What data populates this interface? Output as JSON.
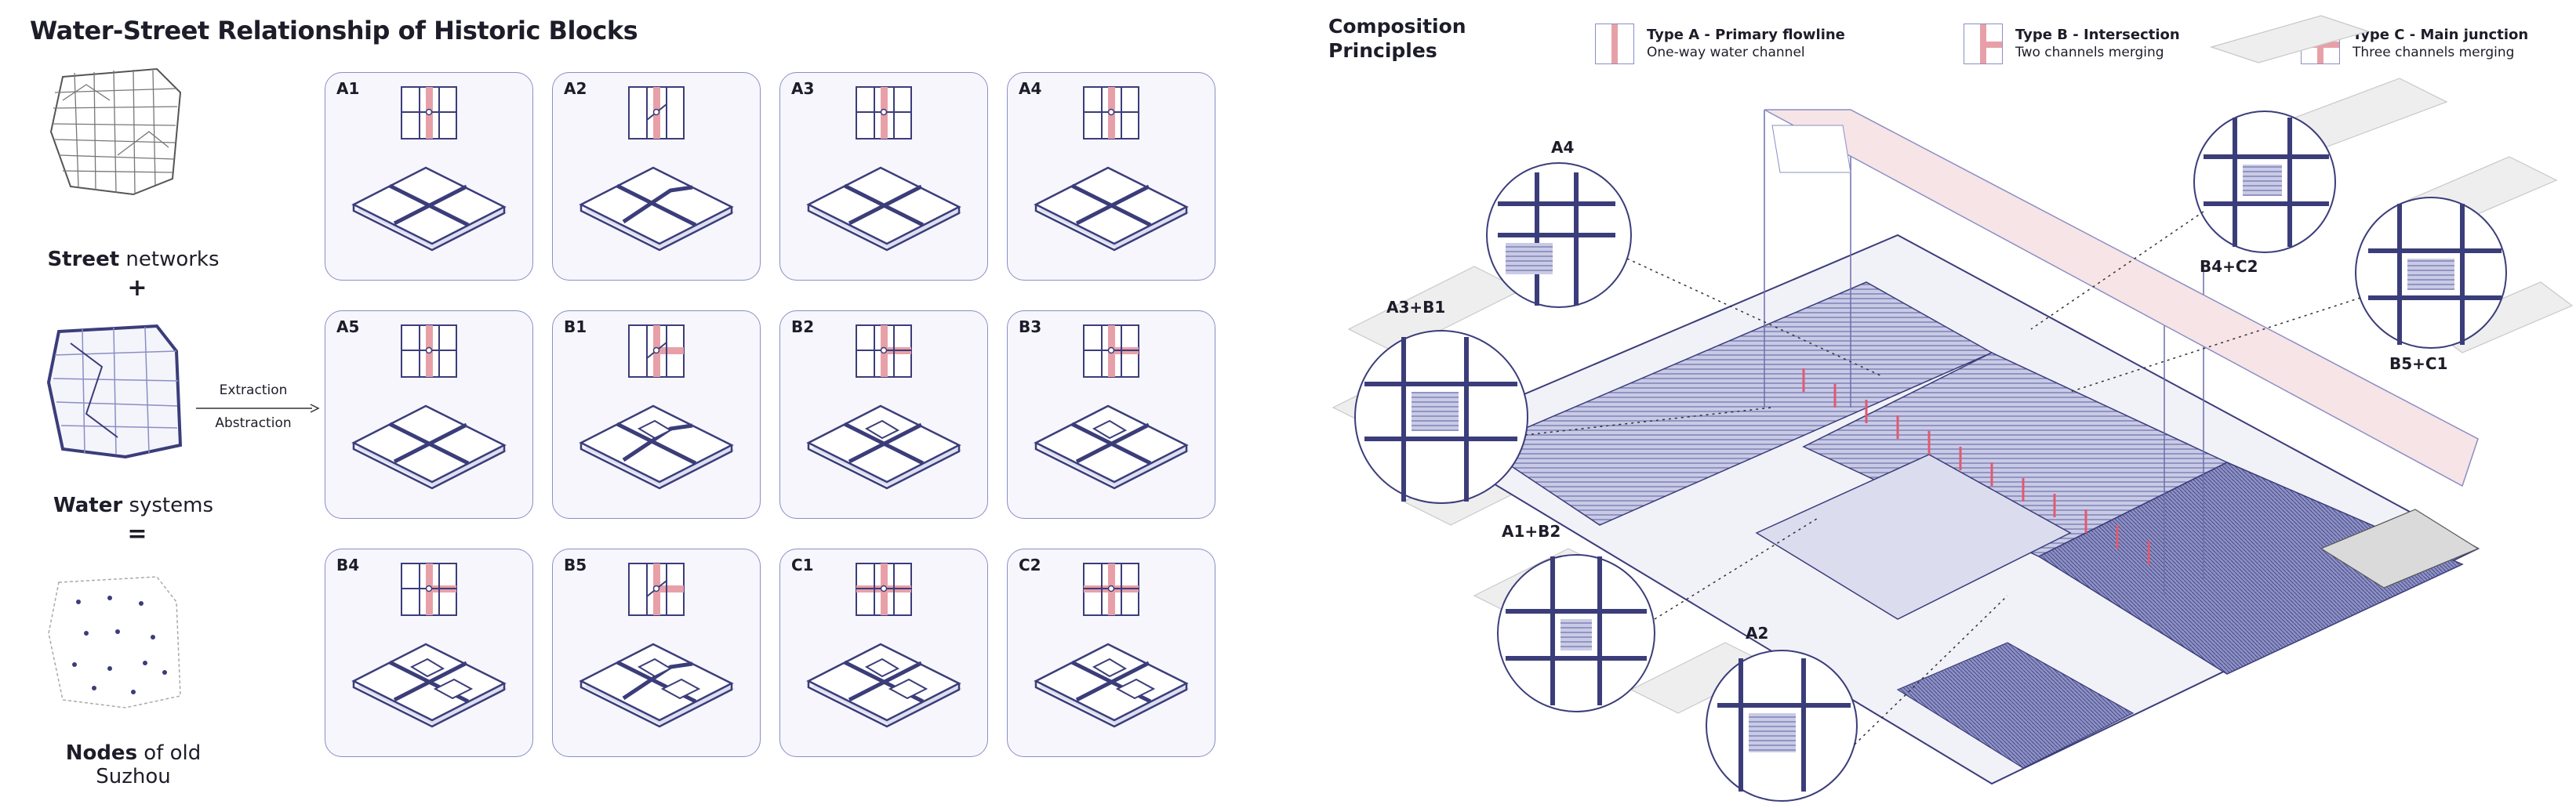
{
  "title": "Water-Street Relationship of Historic Blocks",
  "maps": {
    "street": {
      "bold": "Street",
      "rest": " networks"
    },
    "plus": "+",
    "water": {
      "bold": "Water",
      "rest": " systems"
    },
    "equals": "=",
    "nodes": {
      "bold": "Nodes",
      "rest": " of old Suzhou"
    }
  },
  "arrow": {
    "top": "Extraction",
    "bottom": "Abstraction"
  },
  "cards": [
    "A1",
    "A2",
    "A3",
    "A4",
    "A5",
    "B1",
    "B2",
    "B3",
    "B4",
    "B5",
    "C1",
    "C2"
  ],
  "composition": {
    "line1": "Composition",
    "line2": "Principles"
  },
  "legend": [
    {
      "title": "Type A - Primary flowline",
      "sub": "One-way water channel"
    },
    {
      "title": "Type B - Intersection",
      "sub": "Two channels merging"
    },
    {
      "title": "Type C - Main junction",
      "sub": "Three channels merging"
    }
  ],
  "zooms": [
    "A4",
    "A3+B1",
    "A1+B2",
    "A2",
    "B4+C2",
    "B5+C1"
  ],
  "colors": {
    "line": "#3b3d7a",
    "water": "#e8a0a8",
    "accent": "#8a8fc4",
    "fill": "#c9cbe6"
  }
}
